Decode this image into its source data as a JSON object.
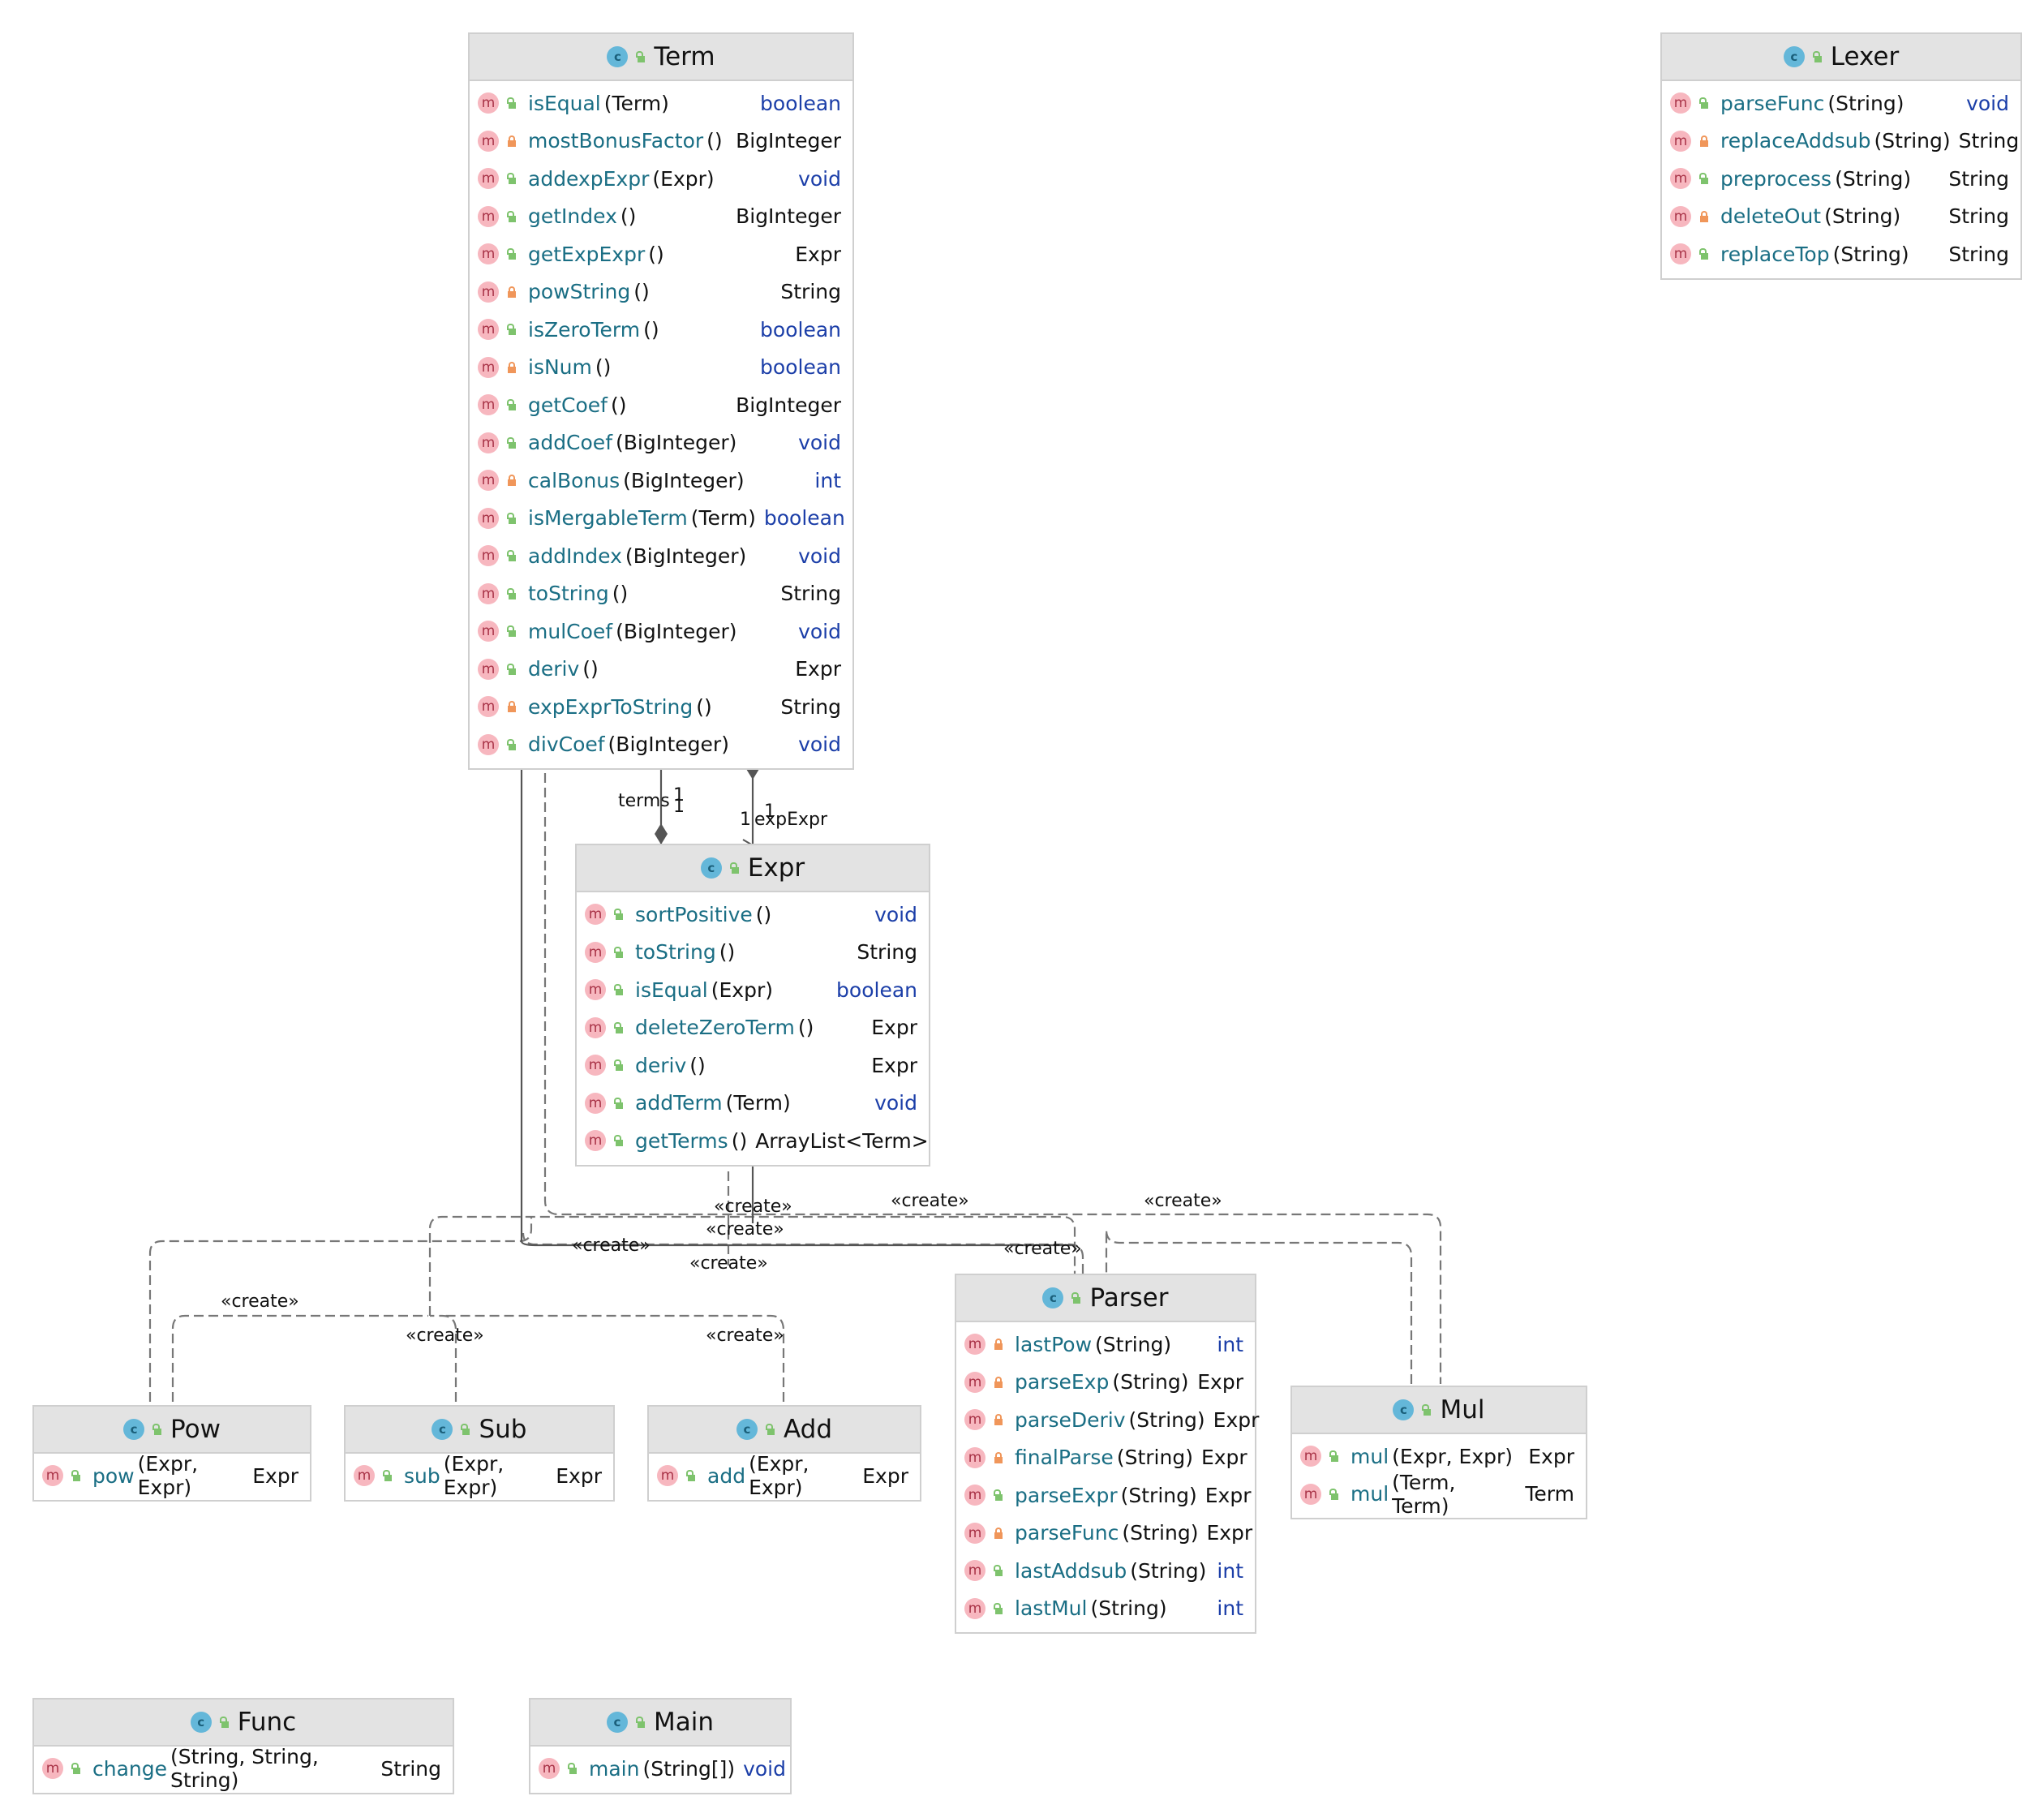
{
  "classes": {
    "term": {
      "name": "Term",
      "methods": [
        {
          "vis": "public",
          "name": "isEqual",
          "params": "(Term)",
          "ret": "boolean",
          "kw": true
        },
        {
          "vis": "private",
          "name": "mostBonusFactor",
          "params": "()",
          "ret": "BigInteger",
          "kw": false
        },
        {
          "vis": "public",
          "name": "addexpExpr",
          "params": "(Expr)",
          "ret": "void",
          "kw": true
        },
        {
          "vis": "public",
          "name": "getIndex",
          "params": "()",
          "ret": "BigInteger",
          "kw": false
        },
        {
          "vis": "public",
          "name": "getExpExpr",
          "params": "()",
          "ret": "Expr",
          "kw": false
        },
        {
          "vis": "private",
          "name": "powString",
          "params": "()",
          "ret": "String",
          "kw": false
        },
        {
          "vis": "public",
          "name": "isZeroTerm",
          "params": "()",
          "ret": "boolean",
          "kw": true
        },
        {
          "vis": "private",
          "name": "isNum",
          "params": "()",
          "ret": "boolean",
          "kw": true
        },
        {
          "vis": "public",
          "name": "getCoef",
          "params": "()",
          "ret": "BigInteger",
          "kw": false
        },
        {
          "vis": "public",
          "name": "addCoef",
          "params": "(BigInteger)",
          "ret": "void",
          "kw": true
        },
        {
          "vis": "private",
          "name": "calBonus",
          "params": "(BigInteger)",
          "ret": "int",
          "kw": true
        },
        {
          "vis": "public",
          "name": "isMergableTerm",
          "params": "(Term)",
          "ret": "boolean",
          "kw": true
        },
        {
          "vis": "public",
          "name": "addIndex",
          "params": "(BigInteger)",
          "ret": "void",
          "kw": true
        },
        {
          "vis": "public",
          "name": "toString",
          "params": "()",
          "ret": "String",
          "kw": false
        },
        {
          "vis": "public",
          "name": "mulCoef",
          "params": "(BigInteger)",
          "ret": "void",
          "kw": true
        },
        {
          "vis": "public",
          "name": "deriv",
          "params": "()",
          "ret": "Expr",
          "kw": false
        },
        {
          "vis": "private",
          "name": "expExprToString",
          "params": "()",
          "ret": "String",
          "kw": false
        },
        {
          "vis": "public",
          "name": "divCoef",
          "params": "(BigInteger)",
          "ret": "void",
          "kw": true
        }
      ]
    },
    "lexer": {
      "name": "Lexer",
      "methods": [
        {
          "vis": "public",
          "name": "parseFunc",
          "params": "(String)",
          "ret": "void",
          "kw": true
        },
        {
          "vis": "private",
          "name": "replaceAddsub",
          "params": "(String)",
          "ret": "String",
          "kw": false
        },
        {
          "vis": "public",
          "name": "preprocess",
          "params": "(String)",
          "ret": "String",
          "kw": false
        },
        {
          "vis": "private",
          "name": "deleteOut",
          "params": "(String)",
          "ret": "String",
          "kw": false
        },
        {
          "vis": "public",
          "name": "replaceTop",
          "params": "(String)",
          "ret": "String",
          "kw": false
        }
      ]
    },
    "expr": {
      "name": "Expr",
      "methods": [
        {
          "vis": "public",
          "name": "sortPositive",
          "params": "()",
          "ret": "void",
          "kw": true
        },
        {
          "vis": "public",
          "name": "toString",
          "params": "()",
          "ret": "String",
          "kw": false
        },
        {
          "vis": "public",
          "name": "isEqual",
          "params": "(Expr)",
          "ret": "boolean",
          "kw": true
        },
        {
          "vis": "public",
          "name": "deleteZeroTerm",
          "params": "()",
          "ret": "Expr",
          "kw": false
        },
        {
          "vis": "public",
          "name": "deriv",
          "params": "()",
          "ret": "Expr",
          "kw": false
        },
        {
          "vis": "public",
          "name": "addTerm",
          "params": "(Term)",
          "ret": "void",
          "kw": true
        },
        {
          "vis": "public",
          "name": "getTerms",
          "params": "()",
          "ret": "ArrayList<Term>",
          "kw": false
        }
      ]
    },
    "parser": {
      "name": "Parser",
      "methods": [
        {
          "vis": "private",
          "name": "lastPow",
          "params": "(String)",
          "ret": "int",
          "kw": true
        },
        {
          "vis": "private",
          "name": "parseExp",
          "params": "(String)",
          "ret": "Expr",
          "kw": false
        },
        {
          "vis": "private",
          "name": "parseDeriv",
          "params": "(String)",
          "ret": "Expr",
          "kw": false
        },
        {
          "vis": "private",
          "name": "finalParse",
          "params": "(String)",
          "ret": "Expr",
          "kw": false
        },
        {
          "vis": "public",
          "name": "parseExpr",
          "params": "(String)",
          "ret": "Expr",
          "kw": false
        },
        {
          "vis": "private",
          "name": "parseFunc",
          "params": "(String)",
          "ret": "Expr",
          "kw": false
        },
        {
          "vis": "public",
          "name": "lastAddsub",
          "params": "(String)",
          "ret": "int",
          "kw": true
        },
        {
          "vis": "public",
          "name": "lastMul",
          "params": "(String)",
          "ret": "int",
          "kw": true
        }
      ]
    },
    "mul": {
      "name": "Mul",
      "methods": [
        {
          "vis": "public",
          "name": "mul",
          "params": "(Expr, Expr)",
          "ret": "Expr",
          "kw": false
        },
        {
          "vis": "public",
          "name": "mul",
          "params": "(Term, Term)",
          "ret": "Term",
          "kw": false
        }
      ]
    },
    "pow": {
      "name": "Pow",
      "methods": [
        {
          "vis": "public",
          "name": "pow",
          "params": "(Expr, Expr)",
          "ret": "Expr",
          "kw": false
        }
      ]
    },
    "sub": {
      "name": "Sub",
      "methods": [
        {
          "vis": "public",
          "name": "sub",
          "params": "(Expr, Expr)",
          "ret": "Expr",
          "kw": false
        }
      ]
    },
    "add": {
      "name": "Add",
      "methods": [
        {
          "vis": "public",
          "name": "add",
          "params": "(Expr, Expr)",
          "ret": "Expr",
          "kw": false
        }
      ]
    },
    "func": {
      "name": "Func",
      "methods": [
        {
          "vis": "public",
          "name": "change",
          "params": "(String, String, String)",
          "ret": "String",
          "kw": false
        }
      ]
    },
    "main": {
      "name": "Main",
      "methods": [
        {
          "vis": "public",
          "name": "main",
          "params": "(String[])",
          "ret": "void",
          "kw": true
        }
      ]
    }
  },
  "edge_labels": {
    "terms": "terms",
    "terms_mult": "1",
    "terms_mult_2": "1",
    "expexpr": "expExpr",
    "expexpr_mult": "1",
    "expexpr_mult_2": "1",
    "create": "«create»"
  },
  "colors": {
    "method_name": "#1a6e84",
    "keyword": "#1b3ea8",
    "header_bg": "#e3e3e3",
    "public_icon": "#7ec36d",
    "private_icon": "#f0965a"
  }
}
